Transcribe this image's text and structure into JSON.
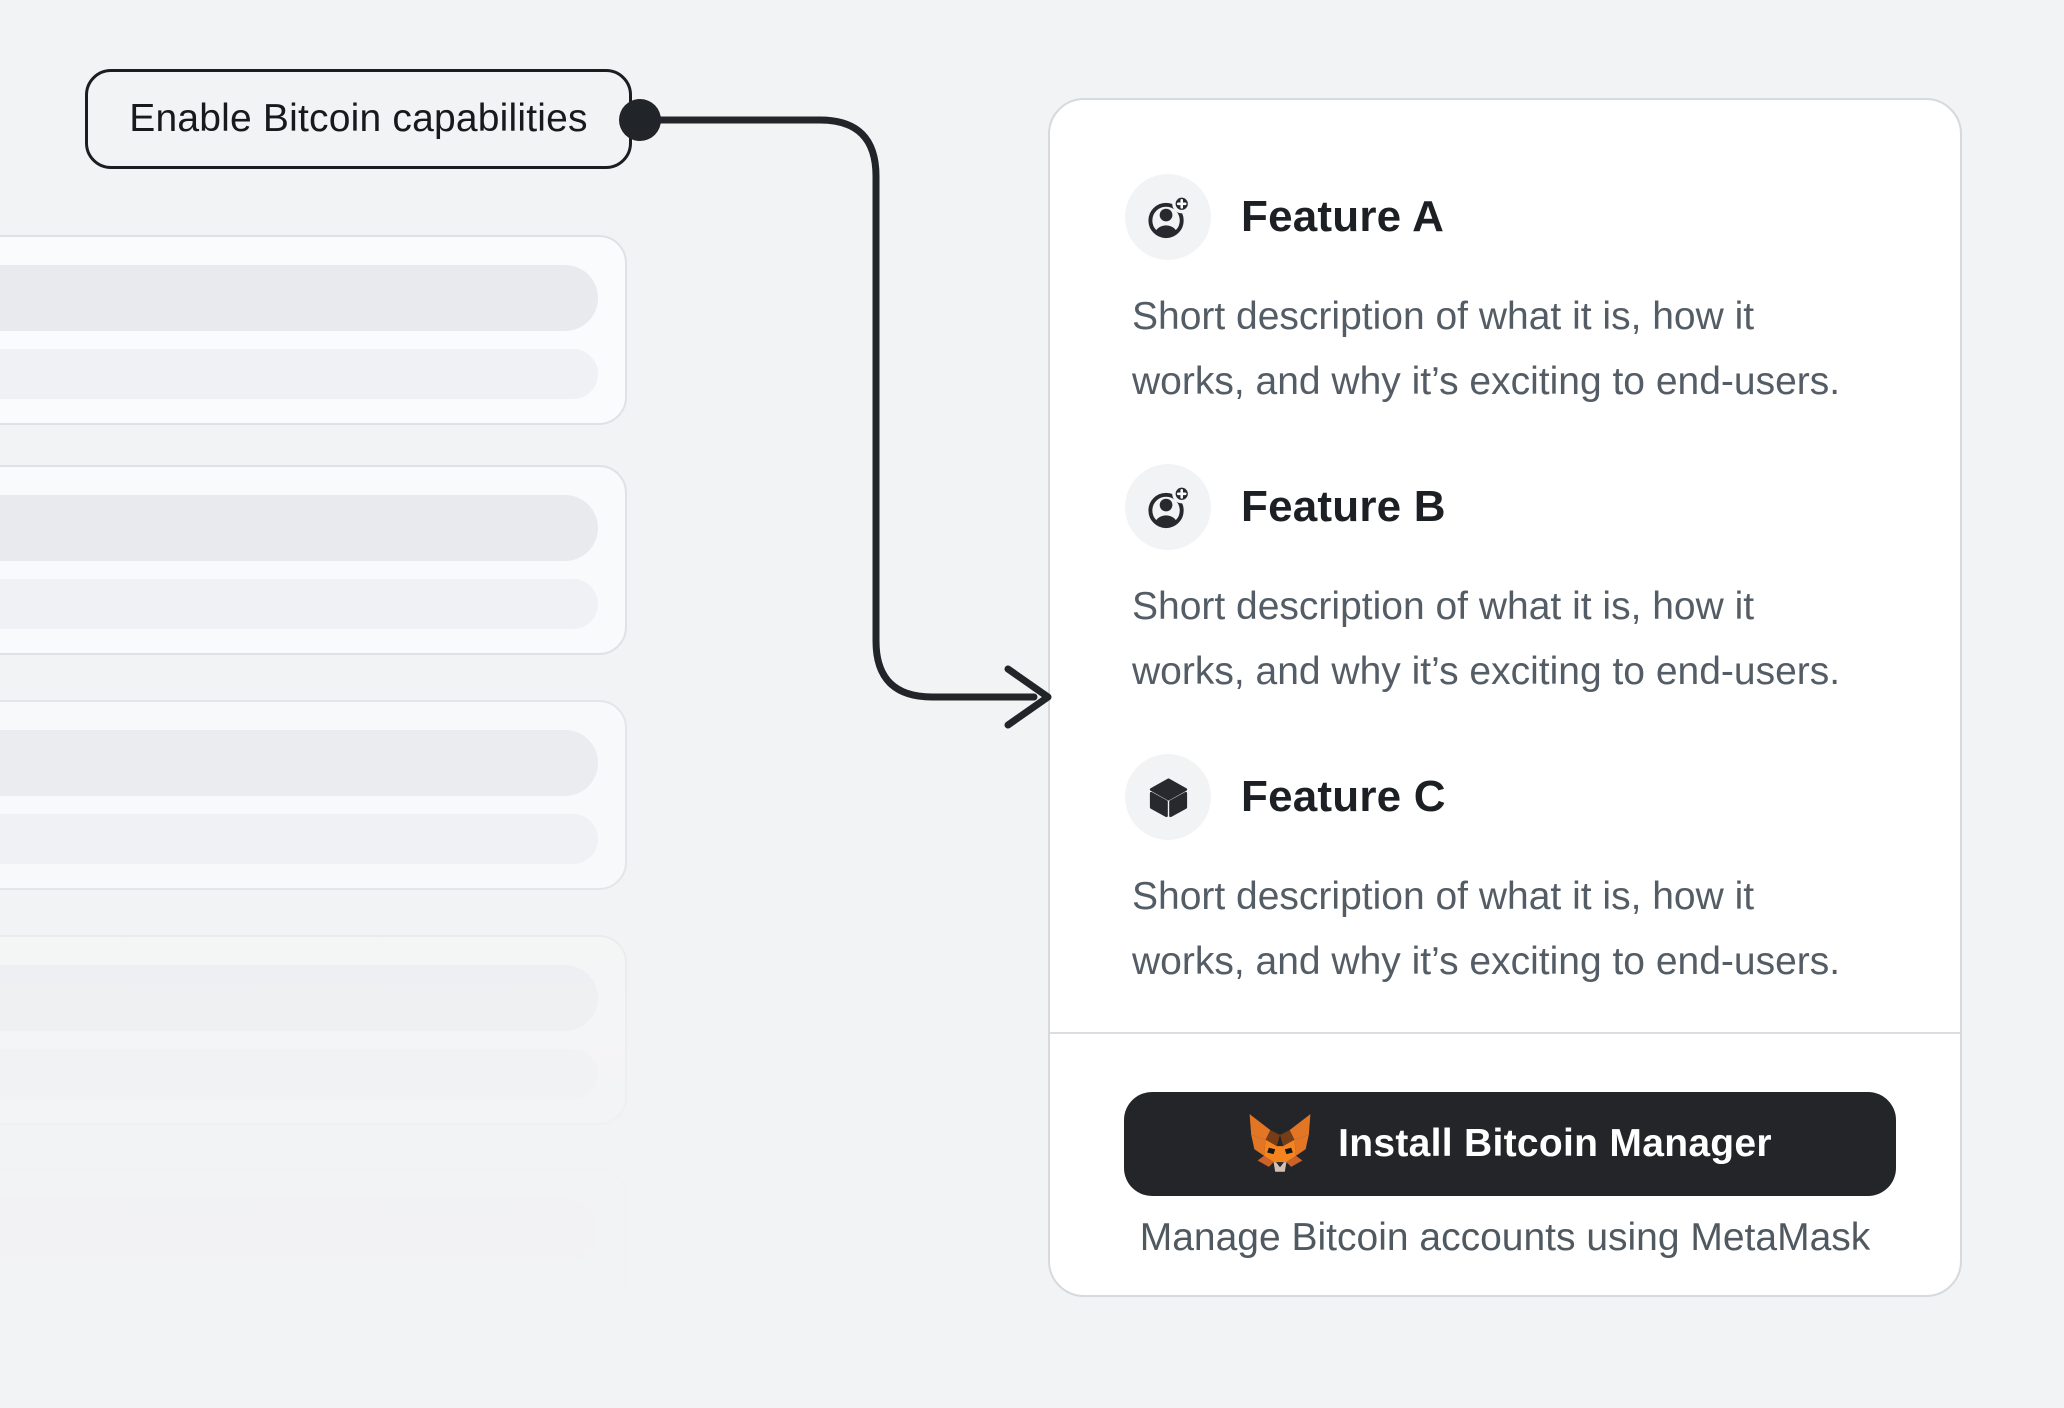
{
  "annotation": {
    "label": "Enable Bitcoin capabilities"
  },
  "features": [
    {
      "icon": "person-add-icon",
      "title": "Feature A",
      "line1": "Short description of what it is, how it",
      "line2": "works, and why it’s exciting to end-users."
    },
    {
      "icon": "person-add-icon",
      "title": "Feature B",
      "line1": "Short description of what it is, how it",
      "line2": "works, and why it’s exciting to end-users."
    },
    {
      "icon": "cube-icon",
      "title": "Feature C",
      "line1": "Short description of what it is, how it",
      "line2": "works, and why it’s exciting to end-users."
    }
  ],
  "cta": {
    "icon": "metamask-fox-icon",
    "button_label": "Install Bitcoin Manager",
    "caption": "Manage Bitcoin accounts using MetaMask"
  },
  "skeleton": {
    "card_count": 5
  },
  "colors": {
    "page_bg": "#f2f3f4",
    "card_bg": "#ffffff",
    "card_border": "#d6d9dd",
    "ink": "#1c1f23",
    "muted_text": "#545d66",
    "button_bg": "#232529",
    "metamask_orange": "#E27625",
    "arrow": "#212428"
  }
}
